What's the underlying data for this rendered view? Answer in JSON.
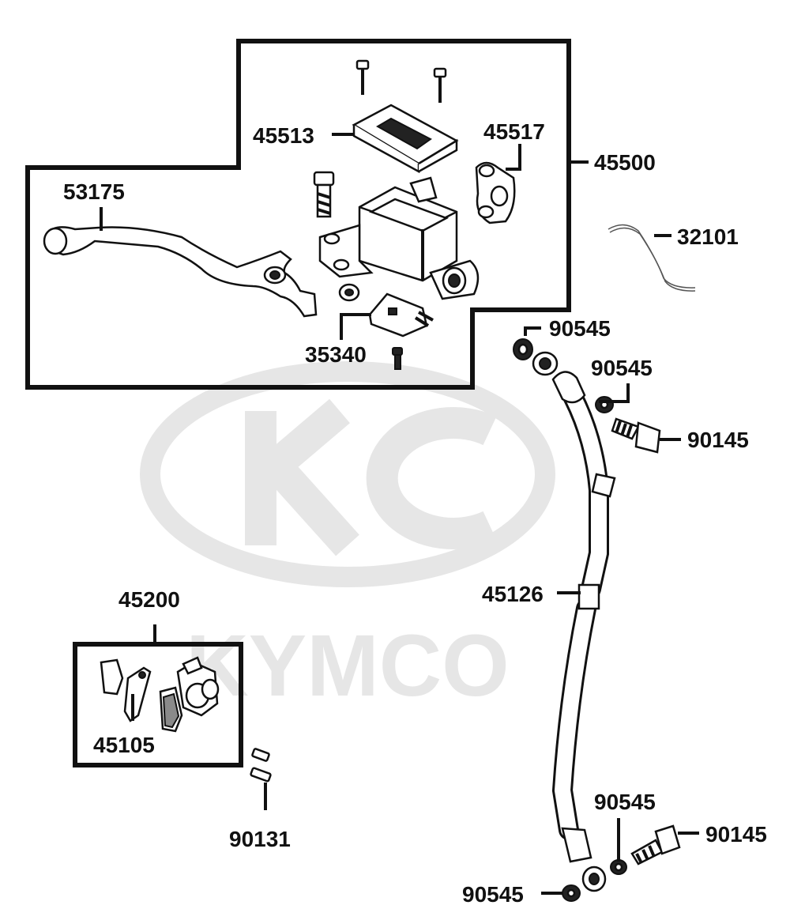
{
  "watermark": {
    "brand": "KYMCO",
    "color": "#e6e6e6"
  },
  "colors": {
    "ink": "#111111",
    "paper": "#ffffff"
  },
  "callouts": {
    "c53175": "53175",
    "c45513": "45513",
    "c45517": "45517",
    "c45500": "45500",
    "c32101": "32101",
    "c35340": "35340",
    "c90545_top": "90545",
    "c90545_mid": "90545",
    "c90145_top": "90145",
    "c45126": "45126",
    "c45200": "45200",
    "c45105": "45105",
    "c90131": "90131",
    "c90545_low": "90545",
    "c90145_low": "90145",
    "c90545_bottom": "90545"
  }
}
